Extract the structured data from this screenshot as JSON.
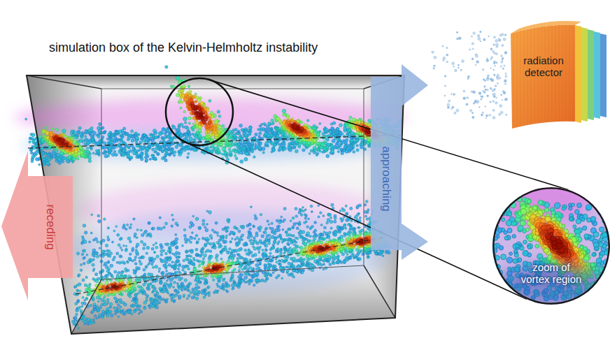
{
  "diagram": {
    "title": "simulation box of the Kelvin-Helmholtz instability",
    "nodes": [
      {
        "text": [
          "radiation detector"
        ]
      },
      {
        "text": [
          "approaching"
        ]
      },
      {
        "text": [
          "receding"
        ]
      },
      {
        "text": [
          "zoom of vortex region"
        ]
      }
    ]
  }
}
